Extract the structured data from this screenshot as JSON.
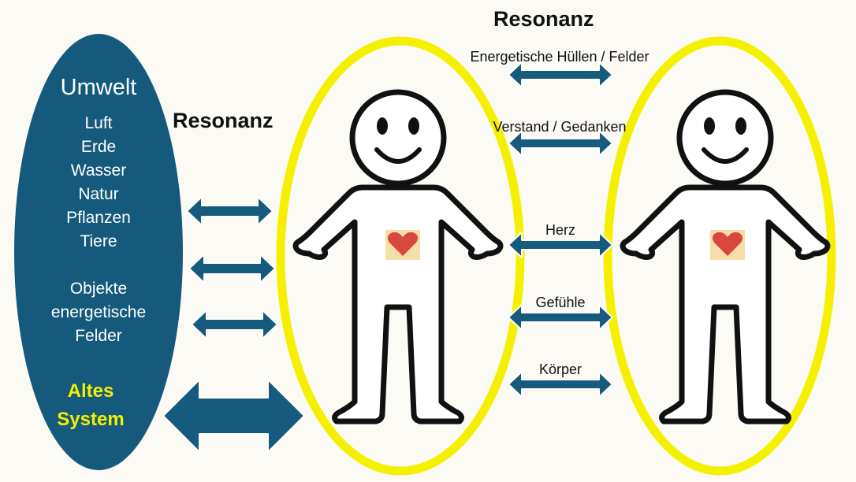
{
  "environment": {
    "title": "Umwelt",
    "items": [
      "Luft",
      "Erde",
      "Wasser",
      "Natur",
      "Pflanzen",
      "Tiere"
    ],
    "objects": [
      "Objekte",
      "energetische",
      "Felder"
    ],
    "old_system": [
      "Altes",
      "System"
    ]
  },
  "resonance_left": "Resonanz",
  "resonance_top": "Resonanz",
  "connections": [
    "Energetische Hüllen / Felder",
    "Verstand / Gedanken",
    "Herz",
    "Gefühle",
    "Körper"
  ],
  "colors": {
    "background": "#fbfaf5",
    "environment_fill": "#155a7c",
    "arrow_fill": "#165a7e",
    "aura": "#f5f000",
    "old_system_text": "#f5f000",
    "heart": "#d9473f",
    "heart_background": "#f6dfa6"
  },
  "icons": {
    "person_left": "smiley-person-icon",
    "person_right": "smiley-person-icon",
    "heart_left": "heart-icon",
    "heart_right": "heart-icon"
  }
}
